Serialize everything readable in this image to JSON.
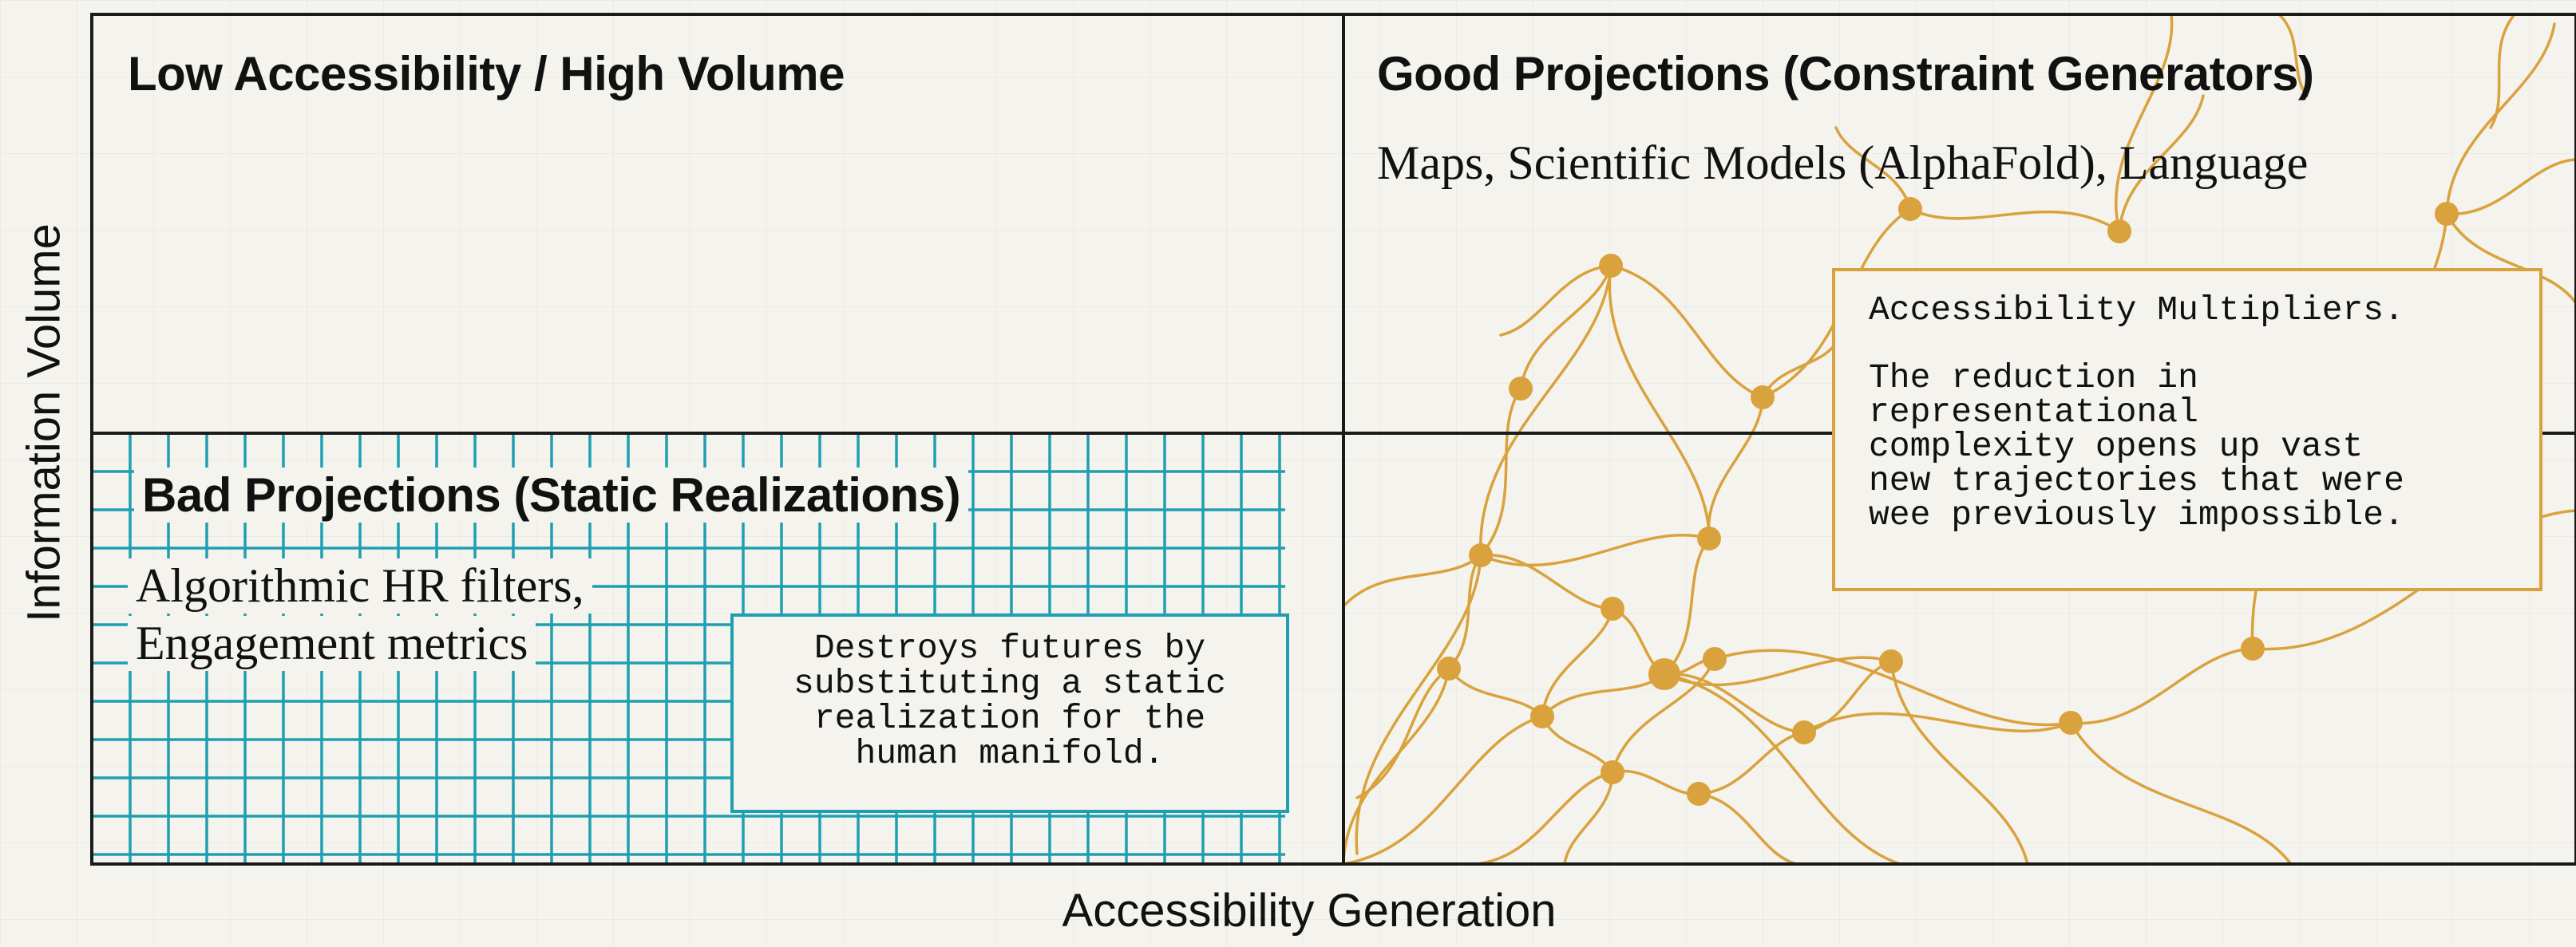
{
  "axes": {
    "y_label": "Information Volume",
    "x_label": "Accessibility Generation"
  },
  "quadrants": {
    "top_left": {
      "title": "Low Accessibility / High Volume"
    },
    "top_right": {
      "title": "Good Projections (Constraint Generators)",
      "subtitle": "Maps, Scientific Models (AlphaFold), Language"
    },
    "bottom_left": {
      "title": "Bad Projections (Static Realizations)",
      "examples_line1": "Algorithmic HR filters,",
      "examples_line2": "Engagement metrics",
      "callout": "Destroys futures by\nsubstituting a static\nrealization for the\nhuman manifold."
    },
    "bottom_right": {
      "callout_title": "Accessibility Multipliers.",
      "callout_body": "The reduction in\nrepresentational\ncomplexity opens up vast\nnew trajectories that were\nwee previously impossible."
    }
  },
  "colors": {
    "grid_accent": "#1f9fb0",
    "network_accent": "#d9a23c",
    "frame": "#1a1a1a",
    "background": "#f4f3ee"
  }
}
